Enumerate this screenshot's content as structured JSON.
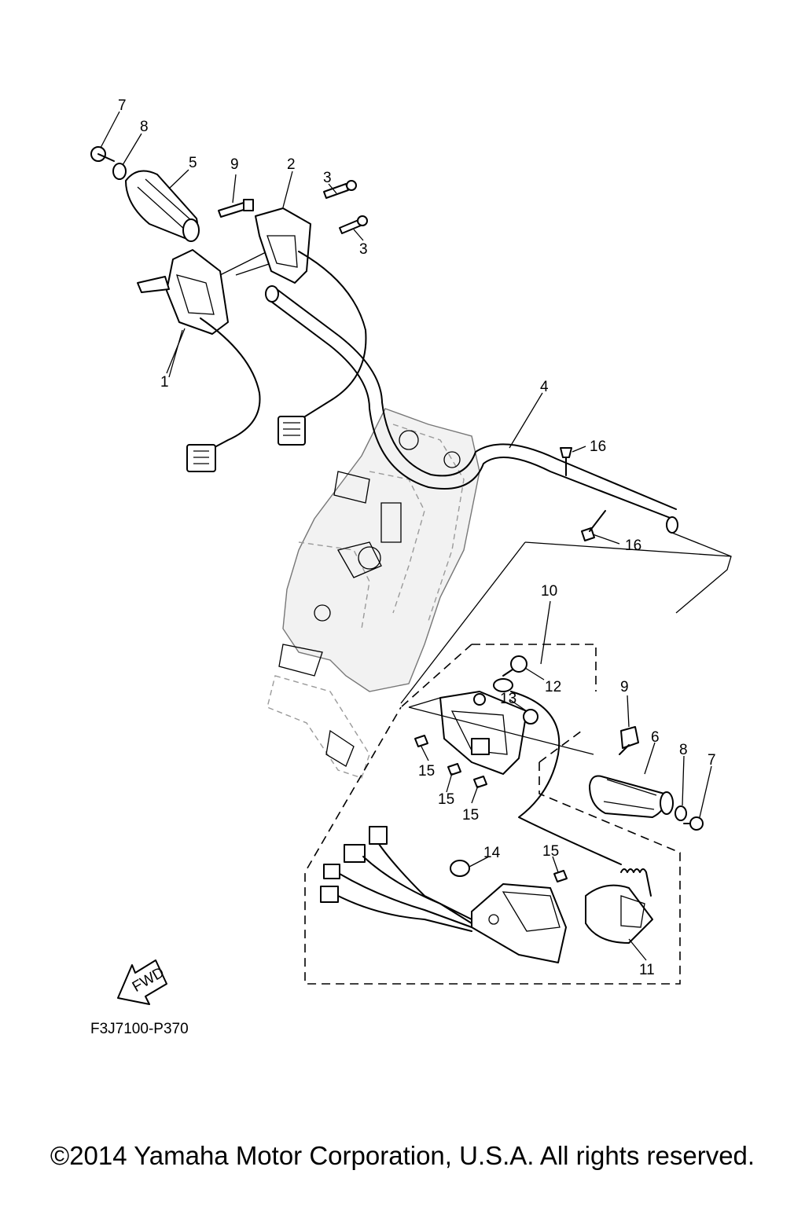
{
  "diagram_code": "F3J7100-P370",
  "fwd_label": "FWD",
  "copyright": "©2014 Yamaha Motor Corporation, U.S.A. All rights reserved.",
  "callouts": [
    "7",
    "8",
    "5",
    "9",
    "2",
    "3",
    "3",
    "1",
    "4",
    "16",
    "16",
    "10",
    "12",
    "13",
    "9",
    "6",
    "8",
    "7",
    "15",
    "15",
    "15",
    "14",
    "15",
    "11"
  ]
}
